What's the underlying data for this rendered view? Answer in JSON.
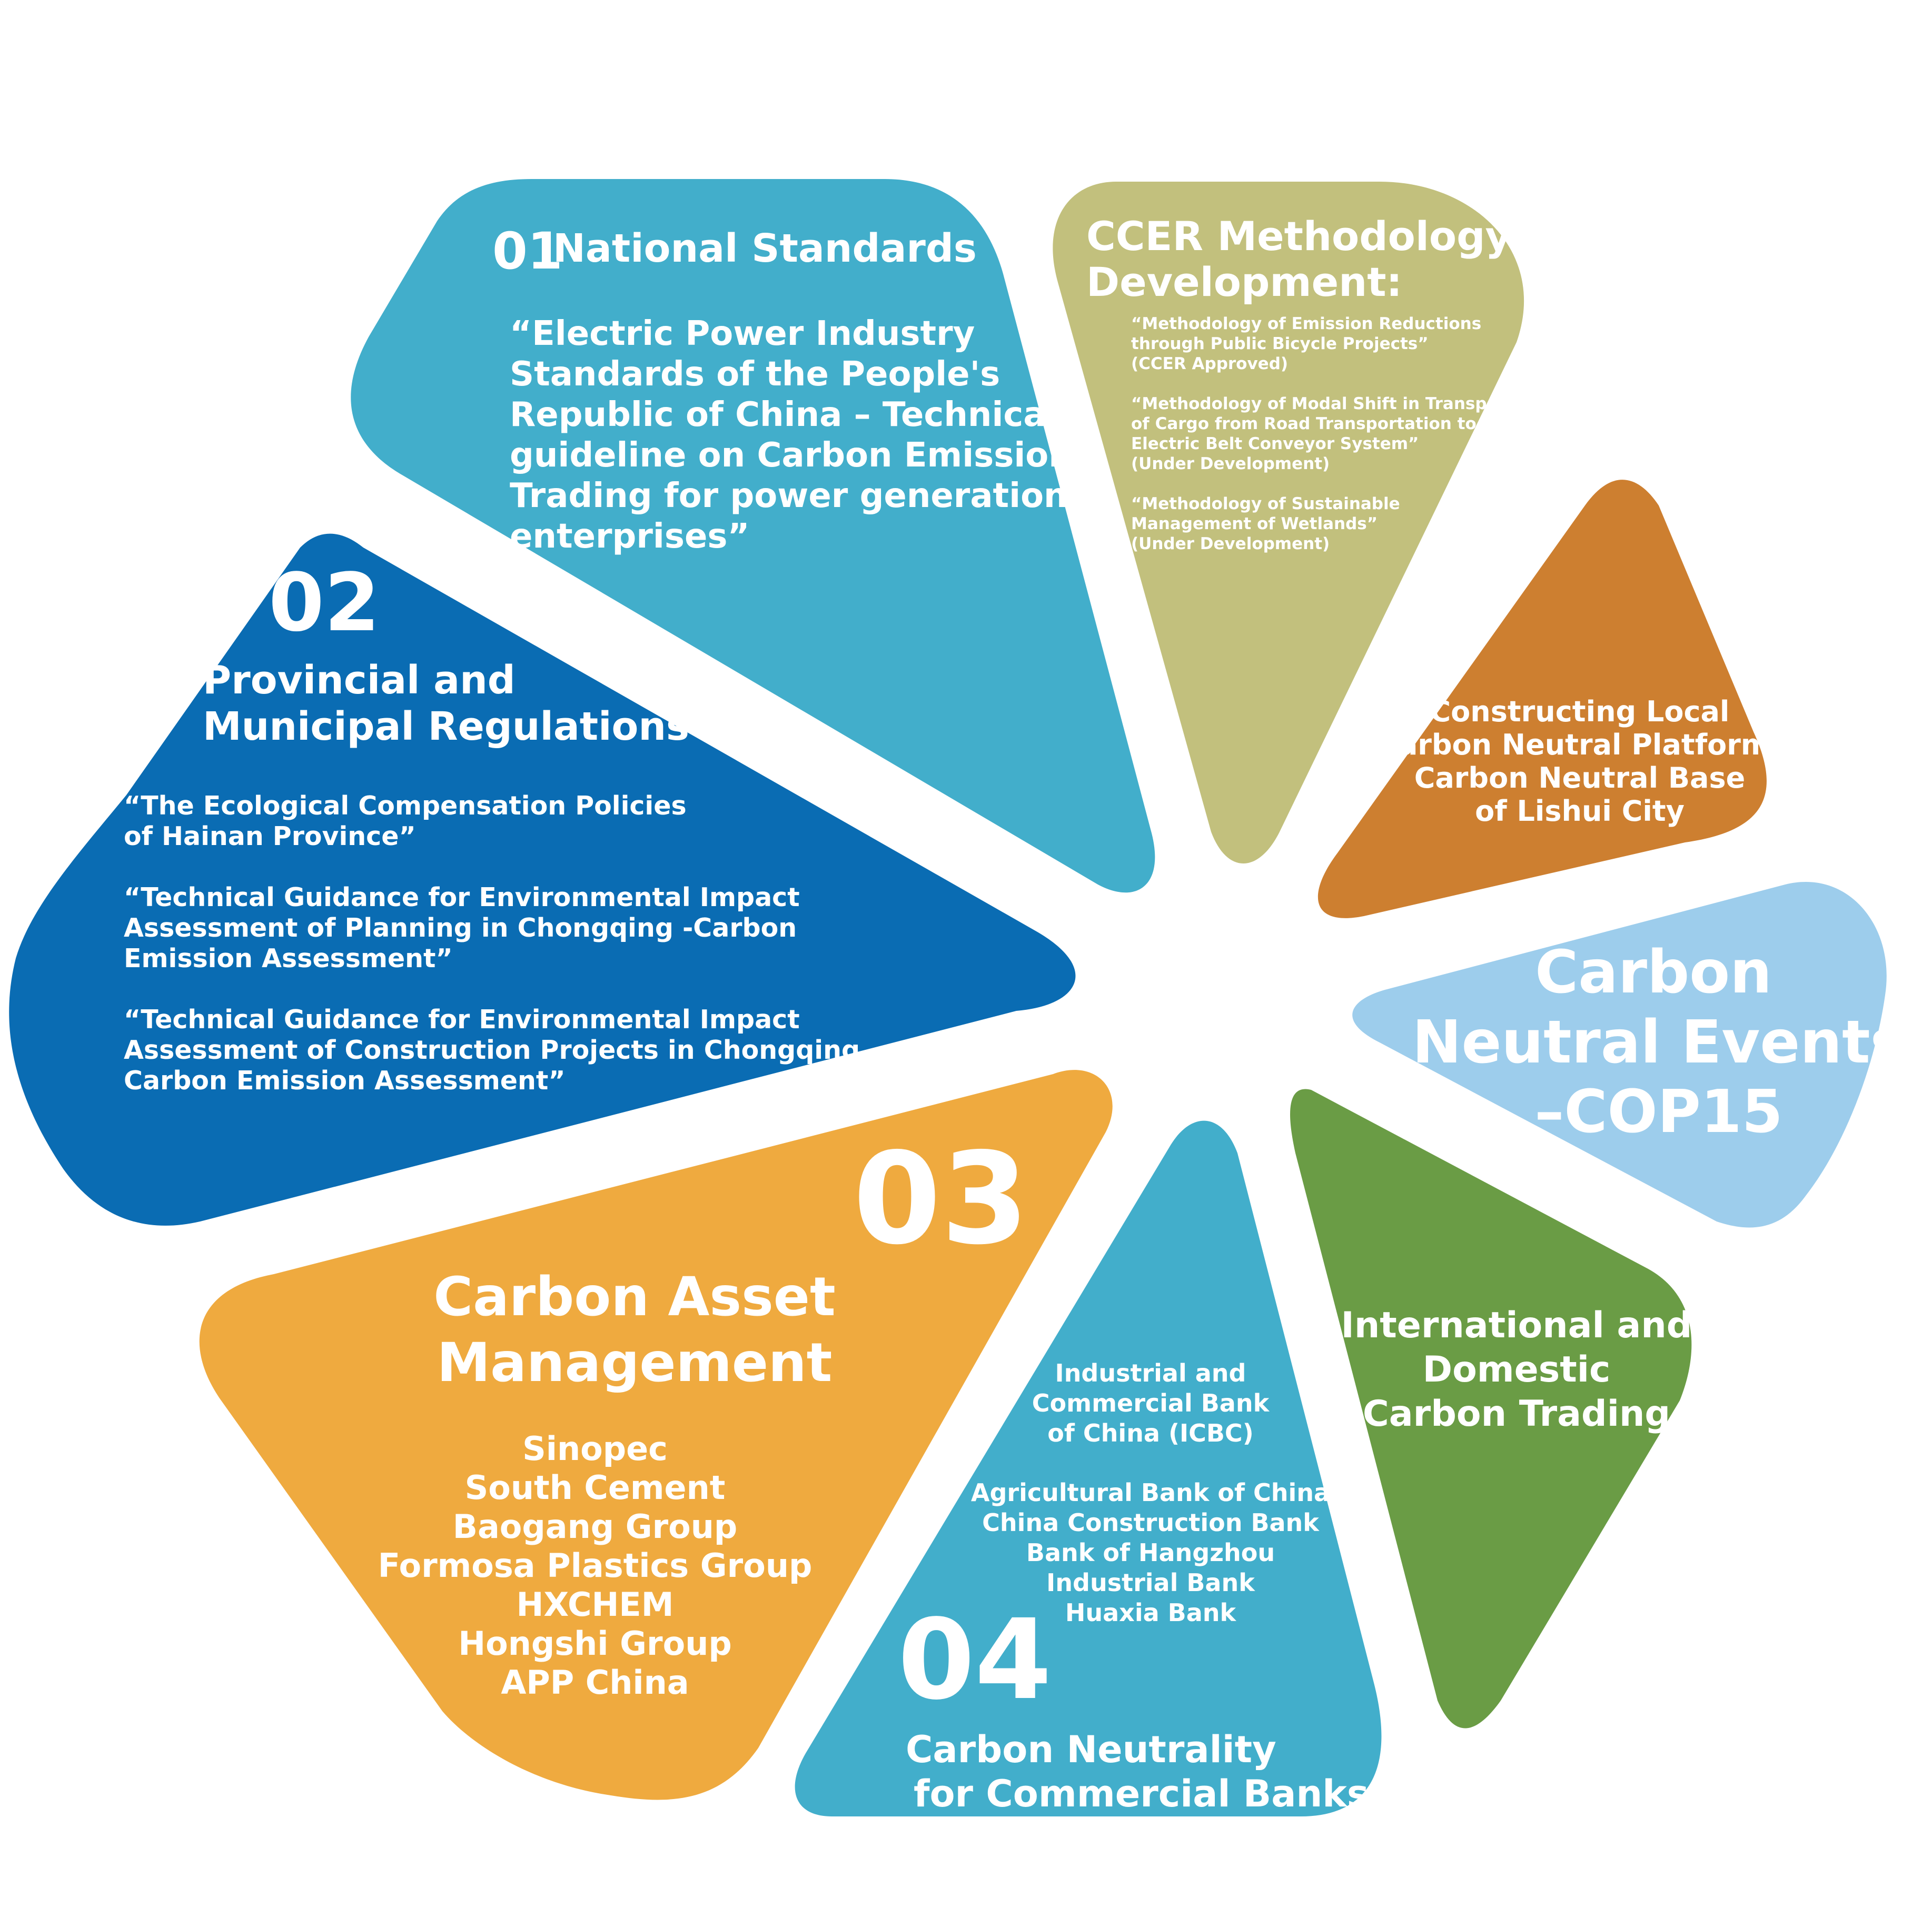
{
  "colors": {
    "national": "#42aecb",
    "ccer": "#c2c07d",
    "local": "#cd7f30",
    "events": "#9dcdec",
    "trading": "#6a9c45",
    "banks": "#42aecb",
    "asset": "#efaa3f",
    "provincial": "#0a6cb3"
  },
  "national": {
    "number": "01",
    "title": "National Standards",
    "body": [
      "“Electric Power Industry",
      "Standards of the People's",
      "Republic of China – Technical",
      "guideline on Carbon Emission",
      "Trading for power generation",
      "enterprises”"
    ]
  },
  "ccer": {
    "title": [
      "CCER Methodology",
      "Development:"
    ],
    "items": [
      [
        "“Methodology of Emission Reductions",
        "through Public Bicycle Projects”",
        "(CCER Approved)"
      ],
      [
        "“Methodology of Modal Shift in Transportation",
        "of Cargo from Road Transportation to Full-",
        "Electric Belt Conveyor System”",
        "(Under Development)"
      ],
      [
        "“Methodology of Sustainable",
        "Management of Wetlands”",
        "(Under Development)"
      ]
    ]
  },
  "local": {
    "lines": [
      "Constructing Local",
      "Carbon Neutral Platform:",
      "Carbon Neutral Base",
      "of Lishui City"
    ]
  },
  "events": {
    "lines": [
      "Carbon",
      "Neutral Events",
      "–COP15"
    ]
  },
  "trading": {
    "lines": [
      "International and",
      "Domestic",
      "Carbon Trading"
    ]
  },
  "banks": {
    "number": "04",
    "title": [
      "Carbon Neutrality",
      "for Commercial Banks"
    ],
    "group1": [
      "Industrial and",
      "Commercial Bank",
      "of China (ICBC)"
    ],
    "group2": [
      "Agricultural Bank of China",
      "China Construction Bank",
      "Bank of Hangzhou",
      "Industrial Bank",
      "Huaxia Bank"
    ]
  },
  "asset": {
    "number": "03",
    "title": [
      "Carbon Asset",
      "Management"
    ],
    "companies": [
      "Sinopec",
      "South Cement",
      "Baogang Group",
      "Formosa Plastics Group",
      "HXCHEM",
      "Hongshi Group",
      "APP China"
    ]
  },
  "provincial": {
    "number": "02",
    "title": [
      "Provincial and",
      "Municipal Regulations"
    ],
    "items": [
      [
        "“The Ecological Compensation Policies",
        "of Hainan Province”"
      ],
      [
        "“Technical Guidance for Environmental Impact",
        "Assessment of Planning in Chongqing -Carbon",
        "Emission Assessment”"
      ],
      [
        " “Technical Guidance for Environmental Impact",
        "Assessment of Construction Projects in Chongqing -",
        "Carbon Emission Assessment”"
      ]
    ]
  }
}
